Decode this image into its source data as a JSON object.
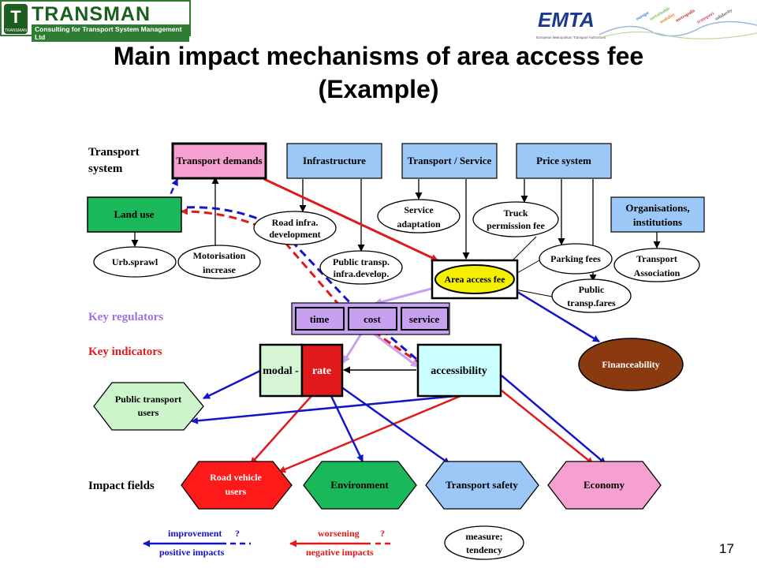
{
  "logos": {
    "left_name": "TRANSMAN",
    "left_tagline": "Consulting for Transport System Management Ltd",
    "left_emblem_text": "TRANSMAN",
    "right_name": "EMTA",
    "right_subtitle": "European Metropolitan Transport Authorities",
    "right_banner_words": [
      "europe",
      "sustainable",
      "mobility",
      "metropolis",
      "transport",
      "solidarity"
    ]
  },
  "title": {
    "line1": "Main impact mechanisms of area access fee",
    "line2": "(Example)"
  },
  "page_number": "17",
  "row_labels": {
    "transport_system_1": "Transport",
    "transport_system_2": "system",
    "key_regulators": "Key regulators",
    "key_indicators": "Key indicators",
    "impact_fields": "Impact fields"
  },
  "top_boxes": {
    "transport_demands": "Transport demands",
    "infrastructure": "Infrastructure",
    "transport_service": "Transport / Service",
    "price_system": "Price system",
    "organisations_1": "Organisations,",
    "organisations_2": "institutions",
    "land_use": "Land use"
  },
  "ellipses": {
    "road_infra_1": "Road infra.",
    "road_infra_2": "development",
    "service_adapt_1": "Service",
    "service_adapt_2": "adaptation",
    "truck_fee_1": "Truck",
    "truck_fee_2": "permission fee",
    "urb_sprawl": "Urb.sprawl",
    "motorisation_1": "Motorisation",
    "motorisation_2": "increase",
    "public_infra_1": "Public transp.",
    "public_infra_2": "infra.develop.",
    "parking_fees": "Parking fees",
    "public_fares_1": "Public",
    "public_fares_2": "transp.fares",
    "transport_assoc_1": "Transport",
    "transport_assoc_2": "Association",
    "area_access_fee": "Area access fee",
    "financeability": "Financeability"
  },
  "regulators": [
    "time",
    "cost",
    "service"
  ],
  "indicators": {
    "modal": "modal -",
    "rate": "rate",
    "accessibility": "accessibility"
  },
  "hexagons": {
    "public_transport_users_1": "Public transport",
    "public_transport_users_2": "users",
    "road_vehicle_users_1": "Road vehicle",
    "road_vehicle_users_2": "users",
    "environment": "Environment",
    "transport_safety": "Transport safety",
    "economy": "Economy"
  },
  "legend": {
    "improvement": "improvement",
    "improvement_q": "?",
    "positive_impacts": "positive impacts",
    "worsening": "worsening",
    "worsening_q": "?",
    "negative_impacts": "negative impacts",
    "measure_1": "measure;",
    "measure_2": "tendency"
  },
  "colors": {
    "blue_arrow": "#1515c8",
    "red_arrow": "#e01a1a",
    "lilac_arrow": "#c8a0ee",
    "box_blue": "#9cc8f8",
    "box_pink": "#f5a0d0",
    "land_use_green": "#19b85a",
    "regulator_purple": "#c8a0f0",
    "regulator_label": "#a070e0",
    "indicator_label": "#e01a1a",
    "yellow": "#f5f000",
    "brown": "#8b3a10"
  }
}
